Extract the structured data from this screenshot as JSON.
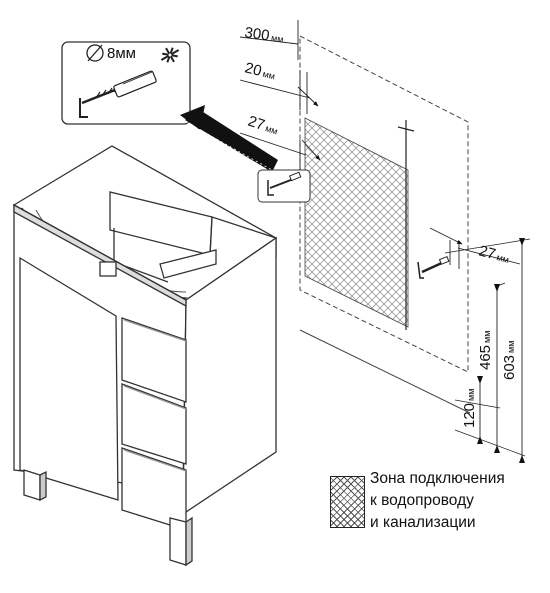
{
  "callout": {
    "drill_diameter": "8мм",
    "drill_icon": "drill-bit-icon",
    "fixing_icon": "hook-and-dowel-icon",
    "diameter_symbol_icon": "diameter-symbol-icon"
  },
  "dimensions": {
    "d300": "300",
    "d20": "20",
    "d27_left": "27",
    "d27_right": "27",
    "d465": "465",
    "d603": "603",
    "d120": "120",
    "unit": "мм"
  },
  "legend": {
    "line1": "Зона подключения",
    "line2": "к водопроводу",
    "line3": "и канализации"
  },
  "colors": {
    "line": "#222222",
    "hatch": "#888888",
    "arrow": "#111111"
  }
}
